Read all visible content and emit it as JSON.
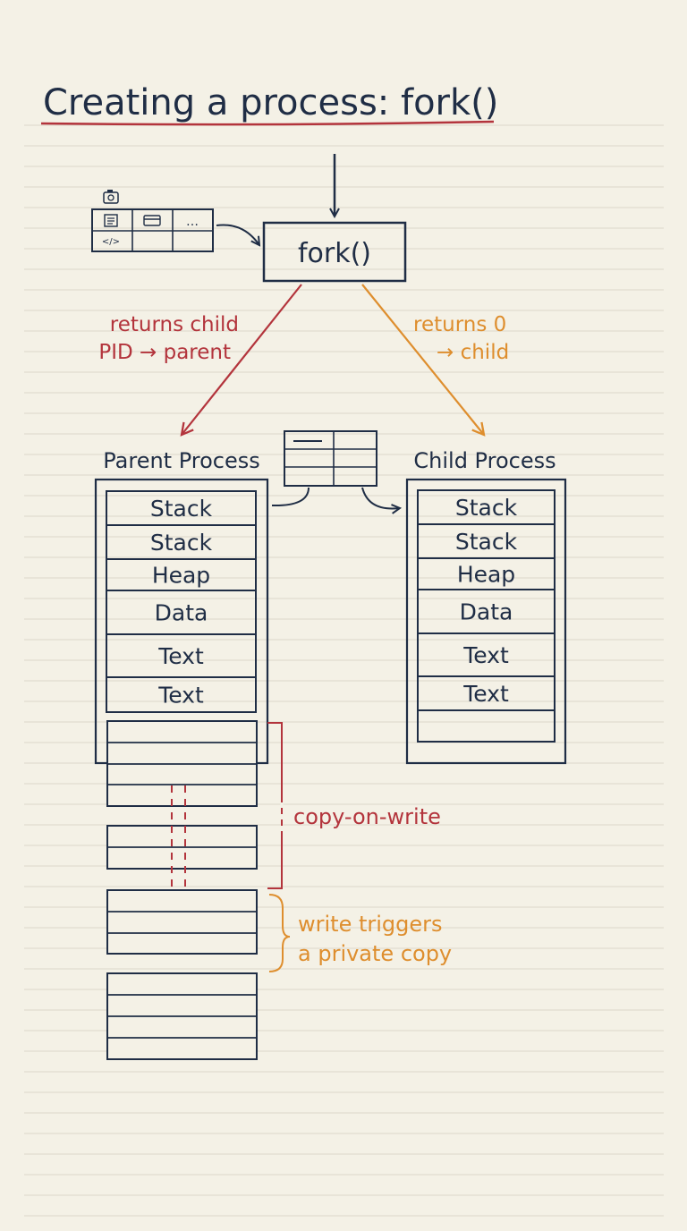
{
  "title": "Creating a process: fork()",
  "fork_label": "fork()",
  "parent_return": {
    "line1": "returns child",
    "line2": "PID → parent"
  },
  "child_return": {
    "line1": "returns 0",
    "line2": "→ child"
  },
  "parent_process": {
    "label": "Parent Process",
    "segments": [
      "Stack",
      "Stack",
      "Heap",
      "Data",
      "Text",
      "Text"
    ]
  },
  "child_process": {
    "label": "Child Process",
    "segments": [
      "Stack",
      "Stack",
      "Heap",
      "Data",
      "Text",
      "Text",
      ""
    ]
  },
  "annotations": {
    "copy_on_write": "copy-on-write",
    "write_triggers": {
      "line1": "write triggers",
      "line2": "a private copy"
    }
  },
  "mini_icons": {
    "camera": "camera-icon",
    "document": "document-icon",
    "card": "card-icon",
    "more": "…",
    "code": "</>"
  },
  "colors": {
    "ink": "#1f2d45",
    "red": "#b3343c",
    "orange": "#de8e2e",
    "paper": "#f4f1e6",
    "rule": "#dcd8cb"
  }
}
